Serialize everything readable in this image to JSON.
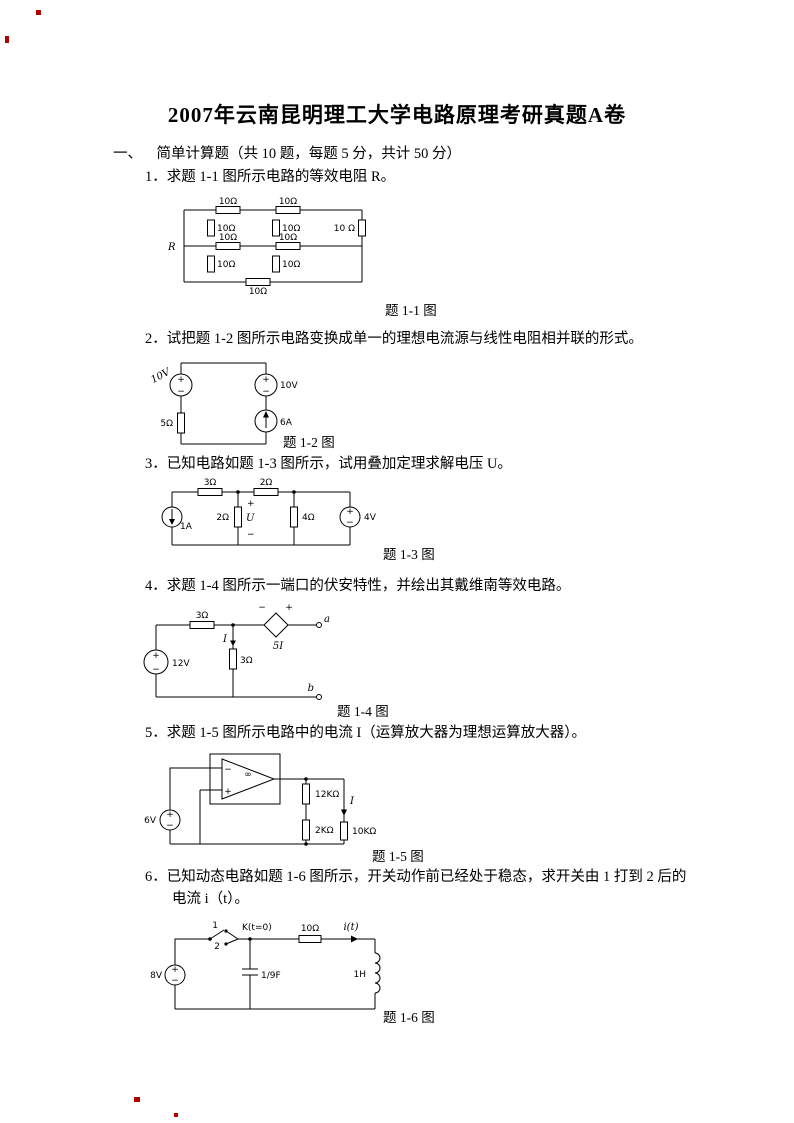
{
  "page": {
    "title": "2007年云南昆明理工大学电路原理考研真题A卷",
    "section": "一、    简单计算题（共 10 题，每题 5 分，共计 50 分）"
  },
  "questions": [
    {
      "text": "1．求题 1-1 图所示电路的等效电阻 R。",
      "caption": "题 1-1 图"
    },
    {
      "text": "2．试把题 1-2 图所示电路变换成单一的理想电流源与线性电阻相并联的形式。",
      "caption": "题 1-2 图"
    },
    {
      "text": "3．已知电路如题 1-3 图所示，试用叠加定理求解电压 U。",
      "caption": "题 1-3 图"
    },
    {
      "text": "4．求题 1-4 图所示一端口的伏安特性，并绘出其戴维南等效电路。",
      "caption": "题 1-4 图"
    },
    {
      "text": "5．求题 1-5 图所示电路中的电流 I（运算放大器为理想运算放大器）。",
      "caption": "题 1-5 图"
    },
    {
      "text": "6．已知动态电路如题 1-6 图所示，开关动作前已经处于稳态，求开关由 1 打到 2 后的电流 i（t）。",
      "caption": "题 1-6 图"
    }
  ],
  "sym": {
    "plus": "+",
    "minus": "−"
  },
  "d1": {
    "r": "R",
    "ohm10": "10Ω",
    "ohm10sp": "10 Ω"
  },
  "d2": {
    "v1": "10V",
    "v2": "10V",
    "r5": "5Ω",
    "i6": "6A"
  },
  "d3": {
    "i1": "1A",
    "r3": "3Ω",
    "r2top": "2Ω",
    "r2mid": "2Ω",
    "u": "U",
    "r4": "4Ω",
    "v4": "4V"
  },
  "d4": {
    "r3top": "3Ω",
    "v12": "12V",
    "i": "I",
    "r3mid": "3Ω",
    "dep": "5I",
    "a": "a",
    "b": "b"
  },
  "d5": {
    "inf": "∞",
    "v6": "6V",
    "r12k": "12KΩ",
    "r10k": "10KΩ",
    "r2k": "2KΩ",
    "i": "I"
  },
  "d6": {
    "v8": "8V",
    "n1": "1",
    "n2": "2",
    "k": "K(t=0)",
    "c": "1/9F",
    "r10": "10Ω",
    "it": "i(t)",
    "l": "1H"
  }
}
